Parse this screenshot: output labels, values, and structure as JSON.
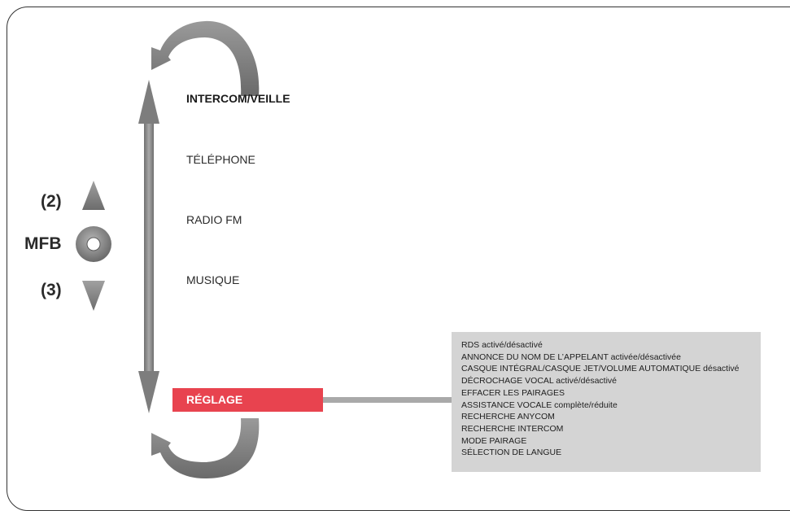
{
  "modes": [
    {
      "label": "INTERCOM/VEILLE"
    },
    {
      "label": "TÉLÉPHONE"
    },
    {
      "label": "RADIO FM"
    },
    {
      "label": "MUSIQUE"
    },
    {
      "label": "RÉGLAGE"
    }
  ],
  "buttons": {
    "up_label": "(2)",
    "mfb_label": "MFB",
    "down_label": "(3)"
  },
  "settings": [
    "RDS activé/désactivé",
    "ANNONCE DU NOM DE L’APPELANT activée/désactivée",
    "CASQUE INTÉGRAL/CASQUE JET/VOLUME AUTOMATIQUE désactivé",
    "DÉCROCHAGE VOCAL activé/désactivé",
    "EFFACER LES PAIRAGES",
    "ASSISTANCE VOCALE complète/réduite",
    "RECHERCHE ANYCOM",
    "RECHERCHE INTERCOM",
    "MODE PAIRAGE",
    "SÉLECTION DE LANGUE"
  ],
  "colors": {
    "highlight": "#e8434f",
    "arrow": "#888888",
    "settings_bg": "#d4d4d4"
  }
}
